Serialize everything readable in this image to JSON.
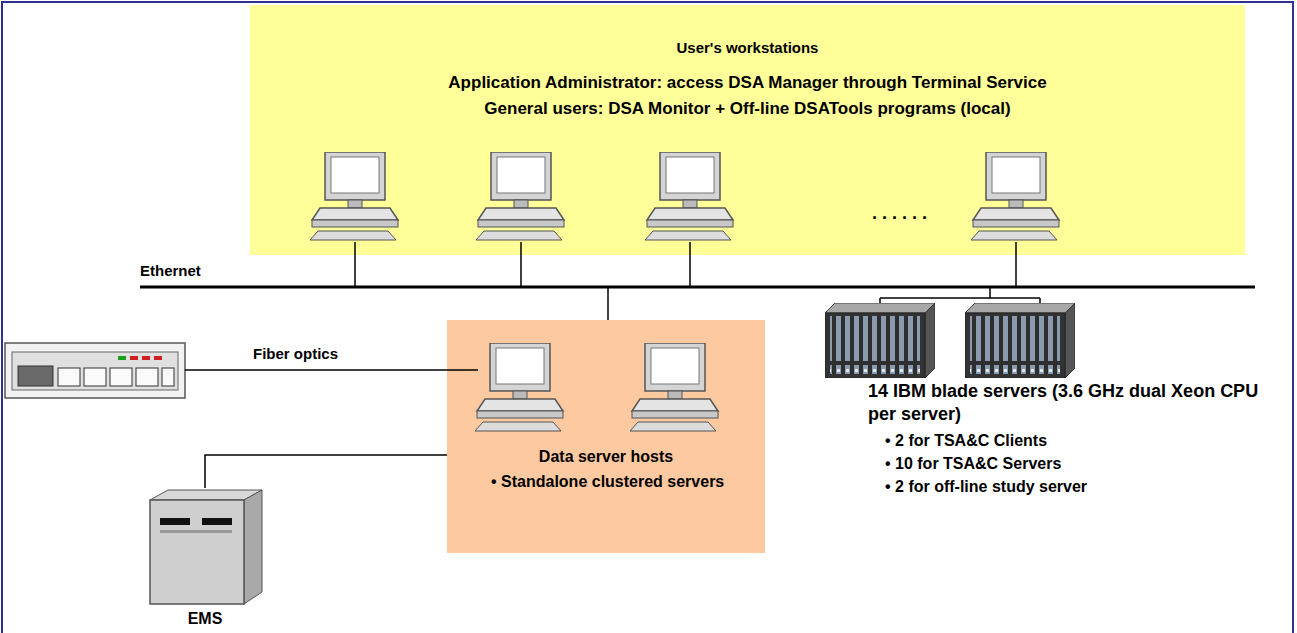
{
  "diagram": {
    "nodes": [
      {
        "text": [
          "User's workstations",
          "Application Administrator: access DSA Manager through Terminal Service",
          "General users: DSA Monitor + Off-line DSATools programs (local)"
        ]
      },
      {
        "text": [
          "Data server hosts",
          "• Standalone clustered servers"
        ]
      },
      {
        "text": [
          "14 IBM blade servers (3.6 GHz dual Xeon CPU per server)",
          "• 2 for TSA&C Clients",
          "• 10 for TSA&C Servers",
          "• 2 for off-line study server"
        ]
      },
      {
        "text": [
          "EMS"
        ]
      }
    ],
    "edges": [
      {
        "from": 3,
        "to": 1,
        "arrow": "none"
      }
    ],
    "labels": [
      "Ethernet",
      "Fiber optics",
      ". . . . . ."
    ]
  }
}
